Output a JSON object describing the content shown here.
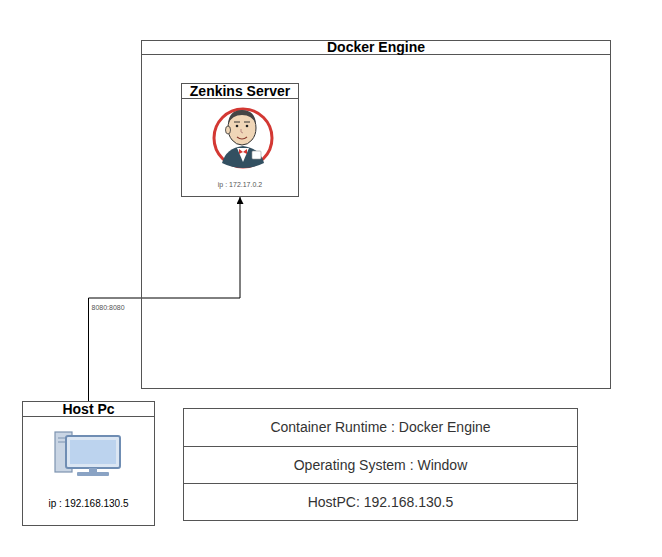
{
  "diagram": {
    "nodes": [
      {
        "text": [
          "Docker Engine"
        ]
      },
      {
        "text": [
          "Zenkins Server",
          "ip : 172.17.0.2"
        ],
        "in": 0
      },
      {
        "text": [
          "Host Pc",
          "ip : 192.168.130.5"
        ]
      }
    ],
    "edges": [
      {
        "from": 2,
        "to": 1,
        "arrow": "to",
        "label": "8080:8080"
      }
    ],
    "labels": [
      "Container Runtime : Docker Engine",
      "Operating System : Window",
      "HostPC: 192.168.130.5"
    ]
  }
}
